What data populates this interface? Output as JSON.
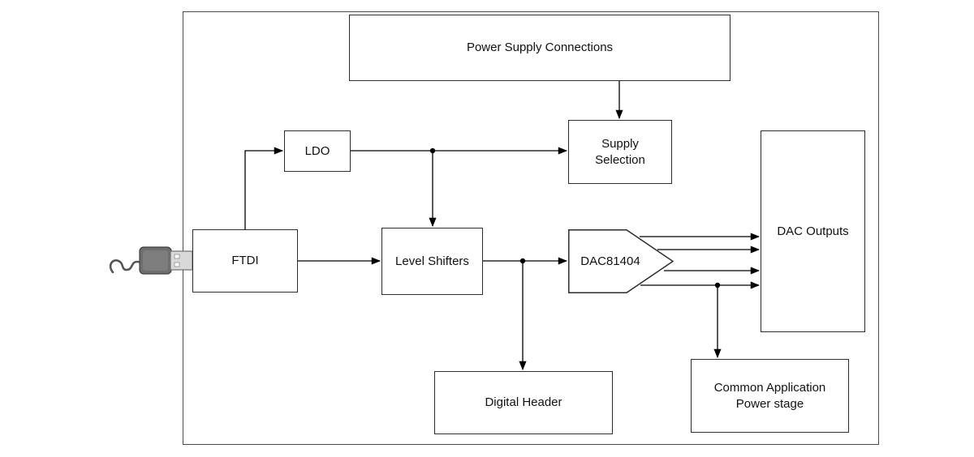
{
  "diagram": {
    "type": "block-diagram",
    "blocks": {
      "power_supply_connections": {
        "label": "Power Supply Connections"
      },
      "ldo": {
        "label": "LDO"
      },
      "supply_selection": {
        "label": "Supply Selection"
      },
      "ftdi": {
        "label": "FTDI"
      },
      "level_shifters": {
        "label": "Level Shifters"
      },
      "dac81404": {
        "label": "DAC81404"
      },
      "dac_outputs": {
        "label": "DAC Outputs"
      },
      "digital_header": {
        "label": "Digital Header"
      },
      "common_application_power_stage": {
        "label": "Common Application Power stage"
      }
    },
    "icons": {
      "usb_connector": "usb-connector-icon"
    },
    "colors": {
      "line": "#000000",
      "box_border": "#2d2d2d",
      "box_fill": "#ffffff",
      "background": "#ffffff"
    }
  }
}
